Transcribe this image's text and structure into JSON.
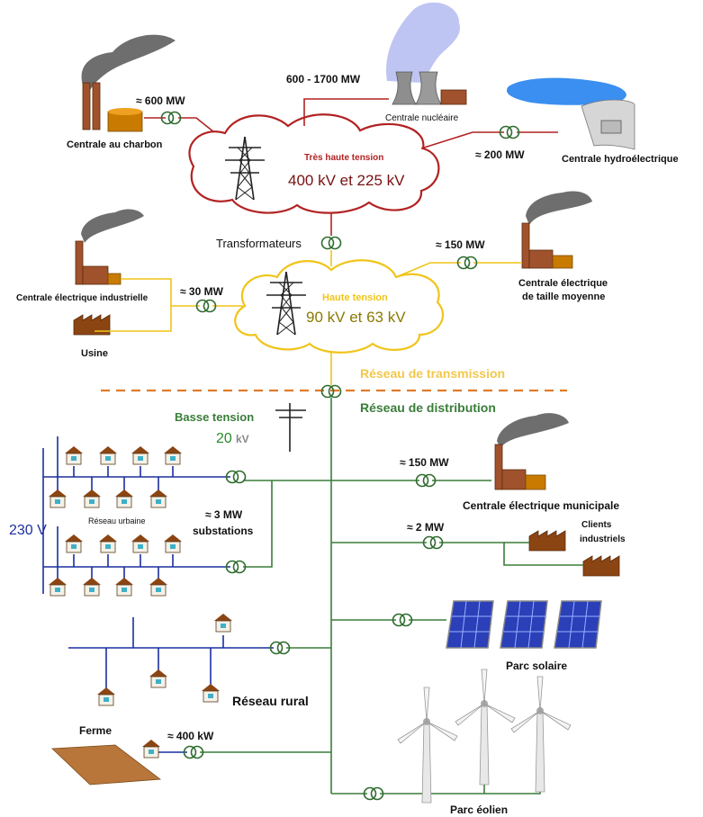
{
  "colors": {
    "high_voltage": "#b22222",
    "medium_voltage": "#f0c419",
    "distribution": "#3a7d3a",
    "low_voltage": "#1c2f9e",
    "separator": "#e07b2a",
    "brick": "#8b4513",
    "cloud_red": "#b22222",
    "cloud_yellow": "#f0c419"
  },
  "very_high": {
    "title": "Très haute tension",
    "voltage": "400 kV et 225 kV"
  },
  "high": {
    "title": "Haute tension",
    "voltage": "90 kV et 63 kV"
  },
  "transformers_label": "Transformateurs",
  "plants": {
    "coal": {
      "name": "Centrale au charbon",
      "power": "≈ 600  MW"
    },
    "nuclear": {
      "name": "Centrale nucléaire",
      "power": "600 - 1700  MW"
    },
    "hydro": {
      "name": "Centrale hydroélectrique",
      "power": "≈ 200  MW"
    },
    "industrial": {
      "name": "Centrale électrique industrielle",
      "power": "≈ 30 MW"
    },
    "factory": {
      "name": "Usine"
    },
    "medium": {
      "name_line1": "Centrale électrique",
      "name_line2": "de taille moyenne",
      "power": "≈ 150  MW"
    }
  },
  "networks": {
    "transmission": "Réseau de transmission",
    "distribution": "Réseau de distribution"
  },
  "low_voltage": {
    "title": "Basse tension",
    "value": "20",
    "unit": "kV"
  },
  "urban": {
    "label": "Réseau urbaine",
    "voltage": "230 V",
    "power": "≈ 3  MW",
    "substations": "substations"
  },
  "municipal": {
    "name": "Centrale électrique municipale",
    "power": "≈ 150  MW"
  },
  "industrial_clients": {
    "name_line1": "Clients",
    "name_line2": "industriels",
    "power": "≈ 2  MW"
  },
  "solar": {
    "name": "Parc solaire"
  },
  "rural": {
    "name": "Réseau rural"
  },
  "farm": {
    "name": "Ferme",
    "power": "≈ 400 kW"
  },
  "wind": {
    "name": "Parc éolien"
  }
}
